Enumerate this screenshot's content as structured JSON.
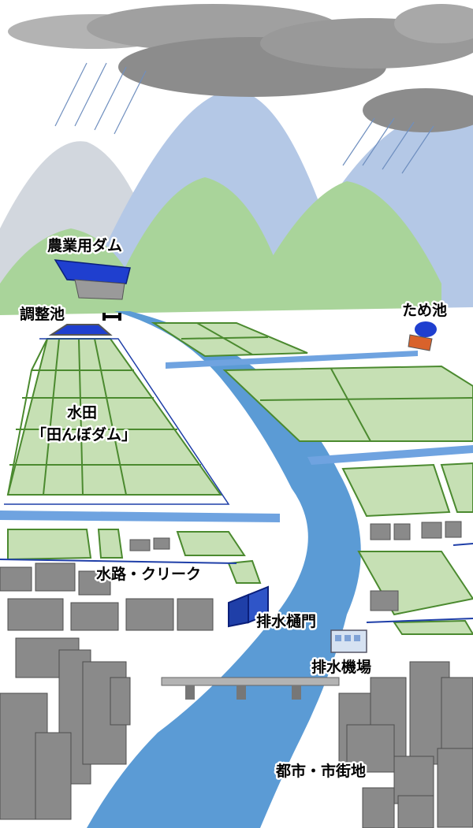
{
  "labels": {
    "agri_dam": "農業用ダム",
    "regulating_pond": "調整池",
    "tame_pond": "ため池",
    "paddy_1": "水田",
    "paddy_2": "「田んぼダム」",
    "waterway": "水路・クリーク",
    "sluice": "排水樋門",
    "pump": "排水機場",
    "city": "都市・市街地"
  },
  "colors": {
    "sky": "#ffffff",
    "mountain_far": "#b4c8e6",
    "mountain_gray": "#d2d7de",
    "mountain_green": "#a9d49a",
    "field": "#c6e0b4",
    "field_border": "#4b8a2f",
    "river": "#5b9bd5",
    "channel": "#3366cc",
    "dam": "#1f3fcf",
    "cloud": "#8c8c8c",
    "building": "#8a8a8a",
    "pond_box": "#d9622b"
  },
  "icons": [
    "rain-cloud-icon",
    "dam-icon",
    "pond-icon",
    "sluice-gate-icon",
    "pump-station-icon",
    "bridge-icon",
    "building-icon"
  ]
}
